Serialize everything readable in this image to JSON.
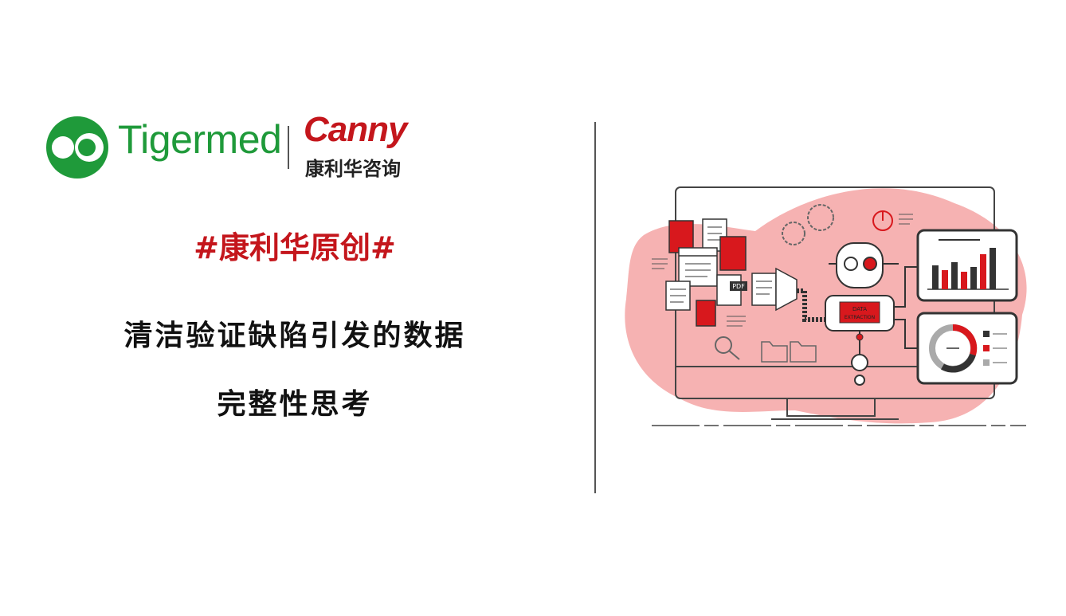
{
  "brand": {
    "tigermed_name": "Tigermed",
    "canny_name": "Canny",
    "canny_chinese": "康利华咨询"
  },
  "headline": {
    "hashtag": "#康利华原创#",
    "title_line1": "清洁验证缺陷引发的数据",
    "title_line2": "完整性思考"
  },
  "illustration": {
    "pdf_label": "PDF",
    "robot_badge_line1": "DATA",
    "robot_badge_line2": "EXTRACTION"
  },
  "colors": {
    "green": "#1f9a3a",
    "red": "#c4161c",
    "blob": "#f6b2b2"
  }
}
